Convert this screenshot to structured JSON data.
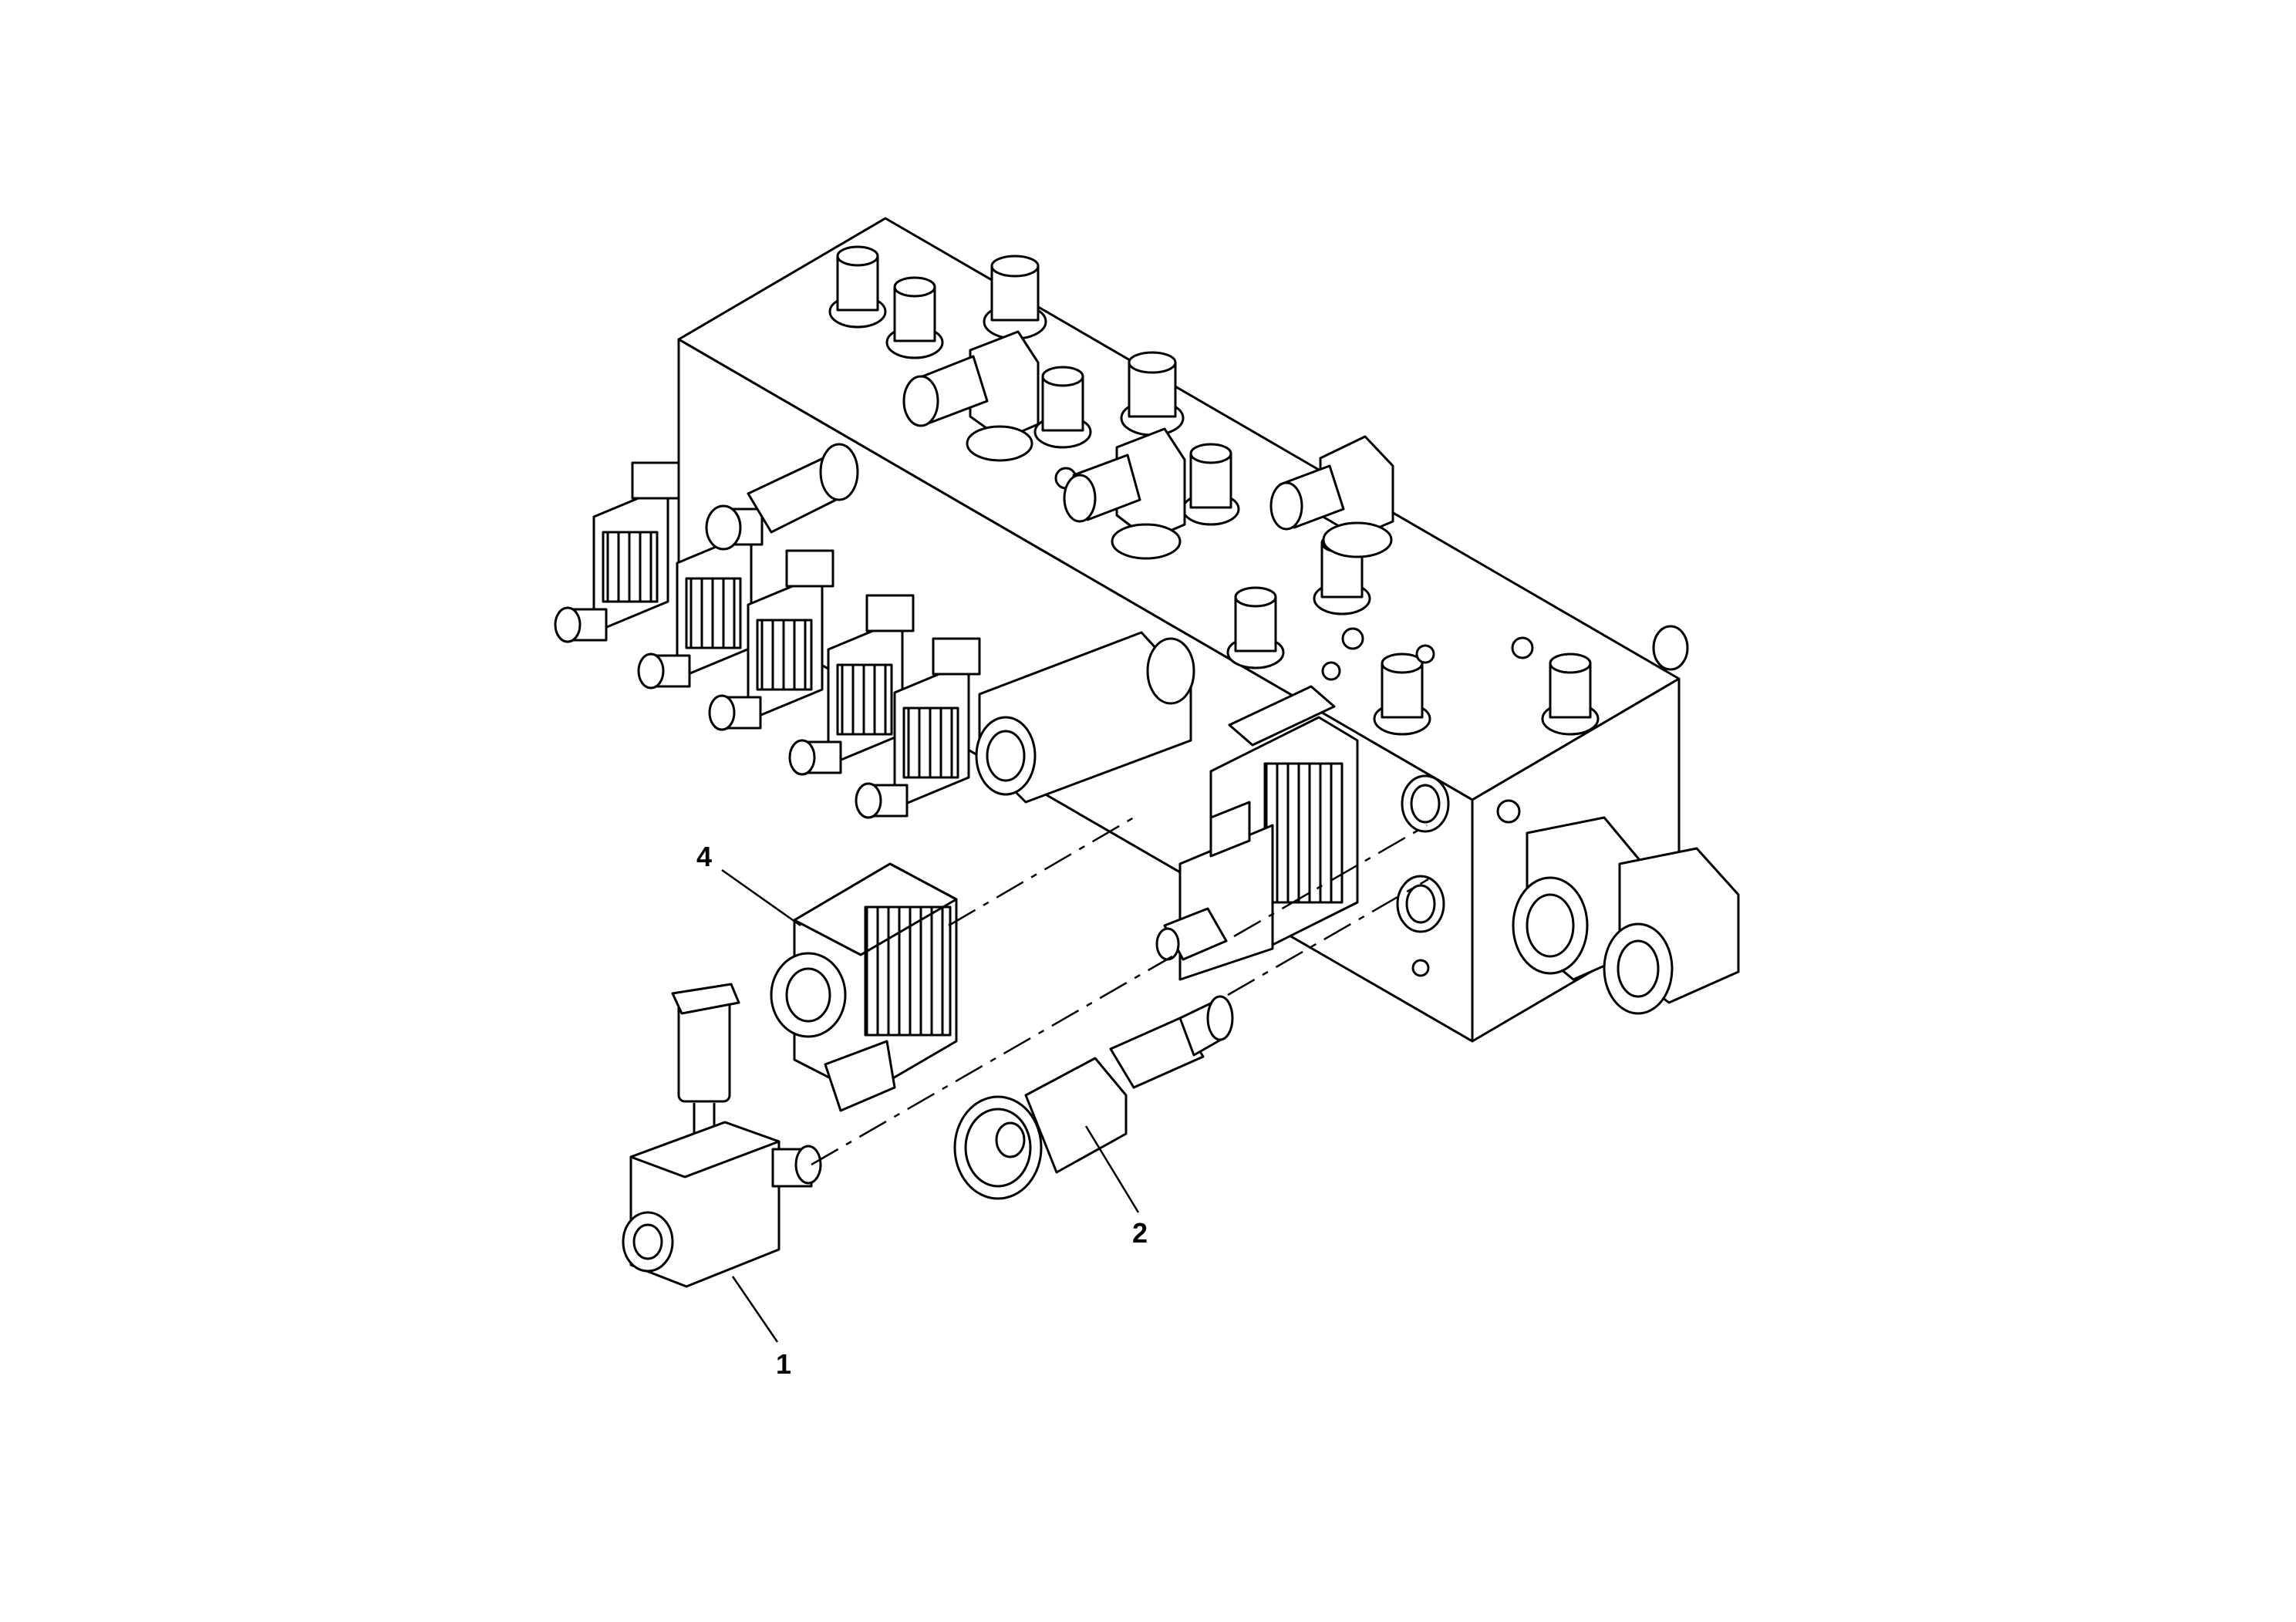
{
  "diagram": {
    "callouts": [
      {
        "id": "1",
        "text": "1"
      },
      {
        "id": "2",
        "text": "2"
      },
      {
        "id": "4",
        "text": "4"
      }
    ],
    "colors": {
      "ink": "#000000",
      "paper": "#ffffff"
    }
  }
}
